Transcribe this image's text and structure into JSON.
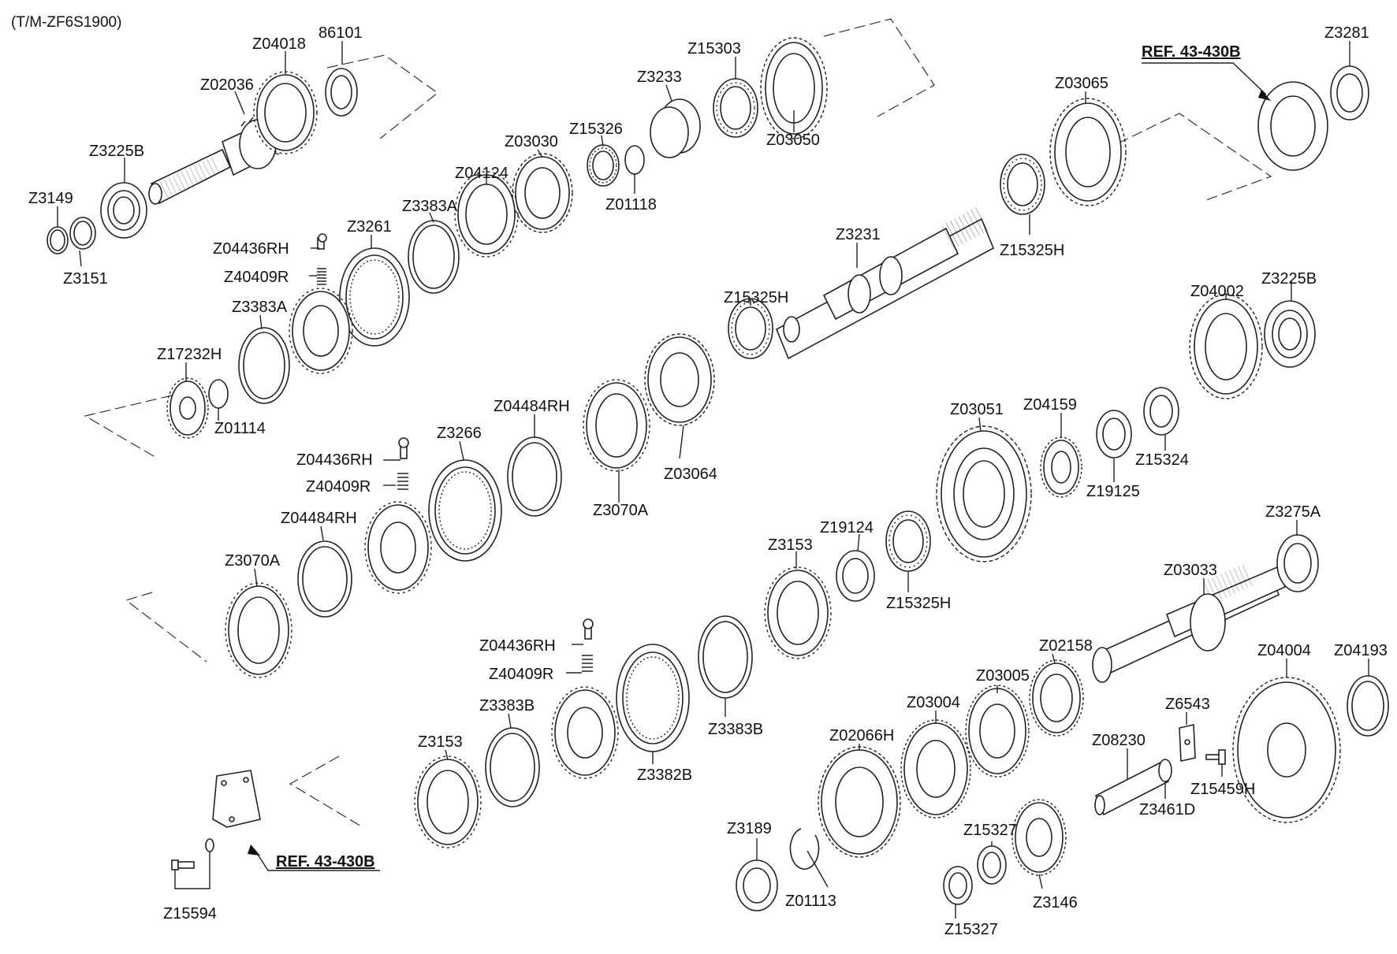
{
  "header": "(T/M-ZF6S1900)",
  "references": {
    "ref_top": "REF. 43-430B",
    "ref_bottom": "REF. 43-430B"
  },
  "labels": {
    "z04018": "Z04018",
    "p86101": "86101",
    "z02036": "Z02036",
    "z3225b_top": "Z3225B",
    "z3149": "Z3149",
    "z3151": "Z3151",
    "z15303": "Z15303",
    "z3233": "Z3233",
    "z03050": "Z03050",
    "z03030": "Z03030",
    "z15326": "Z15326",
    "z01118": "Z01118",
    "z04124": "Z04124",
    "z3383a_top": "Z3383A",
    "z3261": "Z3261",
    "z04436rh_1": "Z04436RH",
    "z40409r_1": "Z40409R",
    "z3383a_mid": "Z3383A",
    "z17232h": "Z17232H",
    "z01114": "Z01114",
    "z3281": "Z3281",
    "z03065": "Z03065",
    "z3231": "Z3231",
    "z15325h_1": "Z15325H",
    "z15325h_2": "Z15325H",
    "z04002": "Z04002",
    "z3225b_right": "Z3225B",
    "z04484rh_1": "Z04484RH",
    "z3266": "Z3266",
    "z04436rh_2": "Z04436RH",
    "z40409r_2": "Z40409R",
    "z3070a_1": "Z3070A",
    "z03064": "Z03064",
    "z04484rh_2": "Z04484RH",
    "z3070a_2": "Z3070A",
    "z03051": "Z03051",
    "z04159": "Z04159",
    "z15324": "Z15324",
    "z19125": "Z19125",
    "z3153_1": "Z3153",
    "z19124": "Z19124",
    "z15325h_3": "Z15325H",
    "z3275a": "Z3275A",
    "z03033": "Z03033",
    "z04436rh_3": "Z04436RH",
    "z40409r_3": "Z40409R",
    "z3383b_1": "Z3383B",
    "z3383b_2": "Z3383B",
    "z3382b": "Z3382B",
    "z3153_2": "Z3153",
    "z02158": "Z02158",
    "z03005": "Z03005",
    "z03004": "Z03004",
    "z02066h": "Z02066H",
    "z04004": "Z04004",
    "z04193": "Z04193",
    "z6543": "Z6543",
    "z08230": "Z08230",
    "z3461d": "Z3461D",
    "z15459h": "Z15459H",
    "z3189": "Z3189",
    "z01113": "Z01113",
    "z15327_1": "Z15327",
    "z15327_2": "Z15327",
    "z3146": "Z3146",
    "z15594": "Z15594"
  }
}
